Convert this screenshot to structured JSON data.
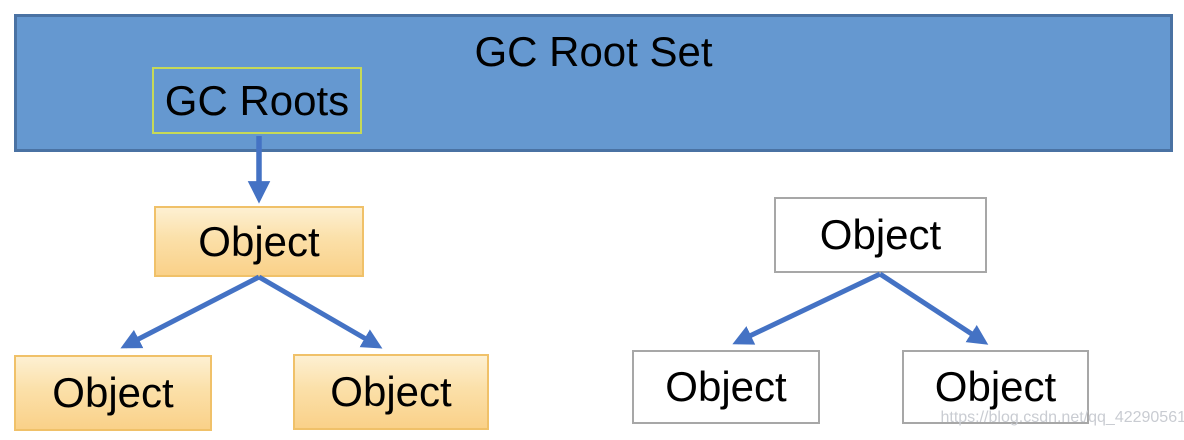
{
  "diagram": {
    "banner": {
      "title": "GC Root Set"
    },
    "gc_roots": {
      "label": "GC Roots"
    },
    "reachable_tree": {
      "root": {
        "label": "Object"
      },
      "children": [
        {
          "label": "Object"
        },
        {
          "label": "Object"
        }
      ]
    },
    "unreachable_tree": {
      "root": {
        "label": "Object"
      },
      "children": [
        {
          "label": "Object"
        },
        {
          "label": "Object"
        }
      ]
    },
    "watermark": "https://blog.csdn.net/qq_42290561",
    "colors": {
      "banner_fill": "#6598d0",
      "banner_border": "#4a72a3",
      "gc_roots_border": "#c6d957",
      "reachable_fill_top": "#fdf0d2",
      "reachable_fill_bottom": "#fad189",
      "reachable_border": "#f0c169",
      "unreachable_border": "#a7a7a7",
      "arrow": "#4472c4",
      "watermark_text": "#c9ccd2"
    }
  }
}
